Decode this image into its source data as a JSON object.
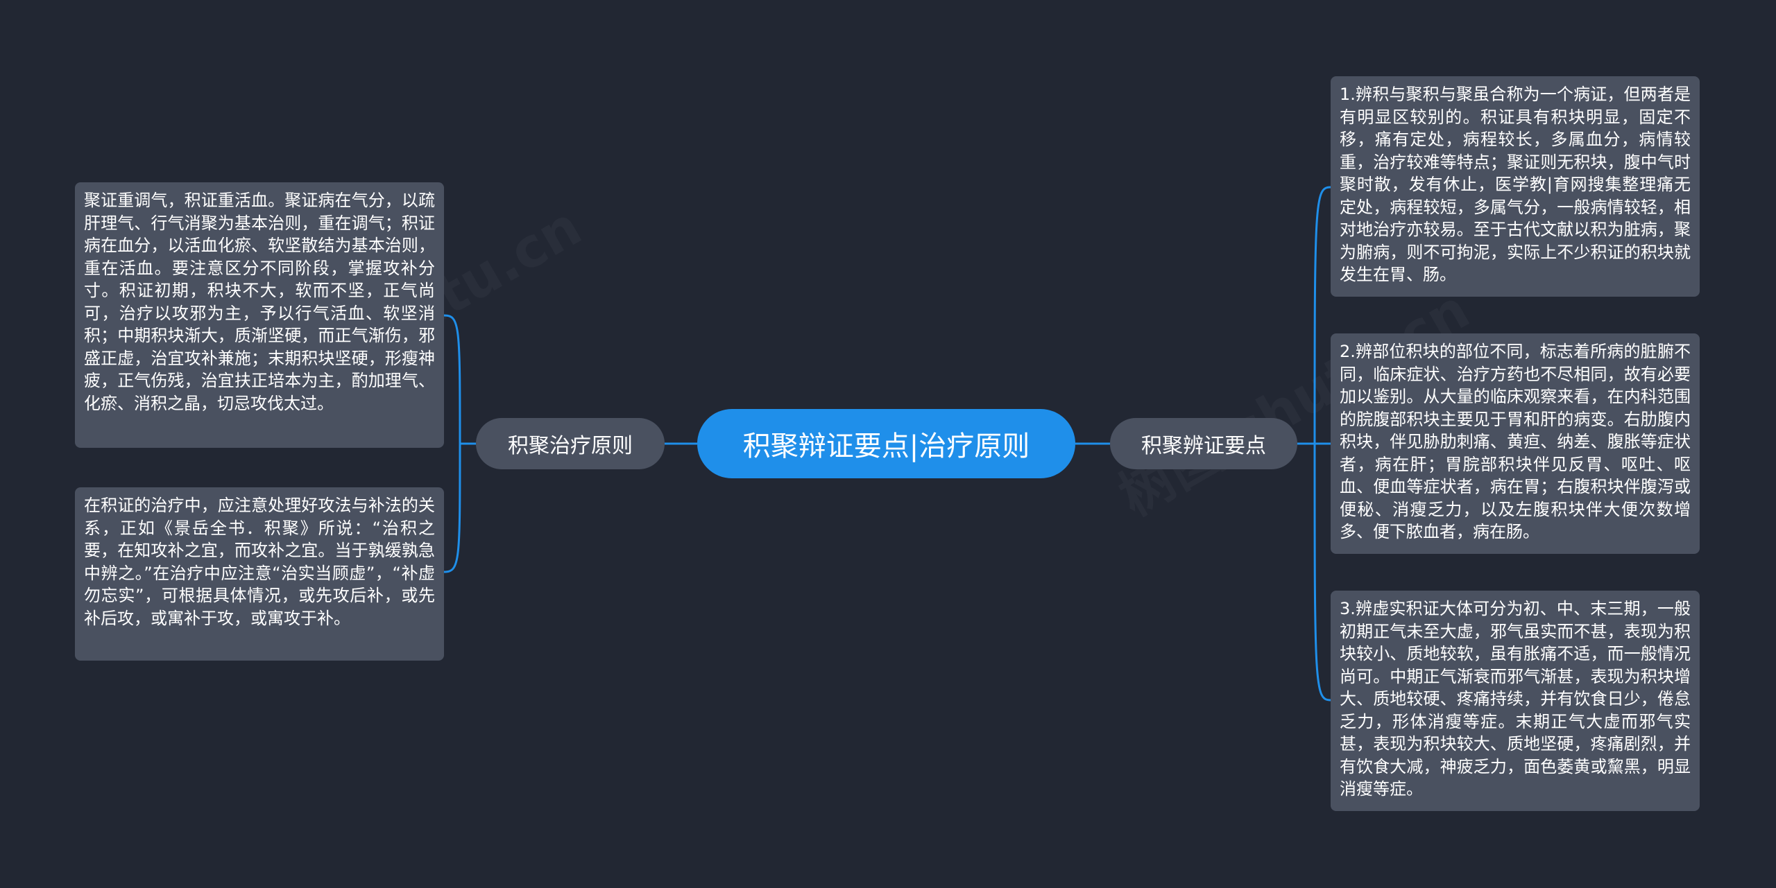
{
  "mindmap": {
    "root": {
      "label": "积聚辩证要点|治疗原则"
    },
    "left_branch": {
      "label": "积聚治疗原则",
      "leaves": [
        "聚证重调气，积证重活血。聚证病在气分，以疏肝理气、行气消聚为基本治则，重在调气；积证病在血分，以活血化瘀、软坚散结为基本治则，重在活血。要注意区分不同阶段，掌握攻补分寸。积证初期，积块不大，软而不坚，正气尚可，治疗以攻邪为主，予以行气活血、软坚消积；中期积块渐大，质渐坚硬，而正气渐伤，邪盛正虚，治宜攻补兼施；末期积块坚硬，形瘦神疲，正气伤残，治宜扶正培本为主，酌加理气、化瘀、消积之晶，切忌攻伐太过。",
        "在积证的治疗中，应注意处理好攻法与补法的关系，正如《景岳全书．积聚》所说：“治积之要，在知攻补之宜，而攻补之宜。当于孰缓孰急中辨之。”在治疗中应注意“治实当顾虚”，“补虚勿忘实”，可根据具体情况，或先攻后补，或先补后攻，或寓补于攻，或寓攻于补。"
      ]
    },
    "right_branch": {
      "label": "积聚辨证要点",
      "leaves": [
        "1.辨积与聚积与聚虽合称为一个病证，但两者是有明显区较别的。积证具有积块明显，固定不移，痛有定处，病程较长，多属血分，病情较重，治疗较难等特点；聚证则无积块，腹中气时聚时散，发有休止，医学教|育网搜集整理痛无定处，病程较短，多属气分，一般病情较轻，相对地治疗亦较易。至于古代文献以积为脏病，聚为腑病，则不可拘泥，实际上不少积证的积块就发生在胃、肠。",
        "2.辨部位积块的部位不同，标志着所病的脏腑不同，临床症状、治疗方药也不尽相同，故有必要加以鉴别。从大量的临床观察来看，在内科范围的脘腹部积块主要见于胃和肝的病变。右肋腹内积块，伴见胁肋刺痛、黄疸、纳差、腹胀等症状者，病在肝；胃脘部积块伴见反胃、呕吐、呕血、便血等症状者，病在胃；右腹积块伴腹泻或便秘、消瘦乏力，以及左腹积块伴大便次数增多、便下脓血者，病在肠。",
        "3.辨虚实积证大体可分为初、中、末三期，一般初期正气未至大虚，邪气虽实而不甚，表现为积块较小、质地较软，虽有胀痛不适，而一般情况尚可。中期正气渐衰而邪气渐甚，表现为积块增大、质地较硬、疼痛持续，并有饮食日少，倦怠乏力，形体消瘦等症。末期正气大虚而邪气实甚，表现为积块较大、质地坚硬，疼痛剧烈，并有饮食大减，神疲乏力，面色萎黄或黧黑，明显消瘦等症。"
      ]
    },
    "colors": {
      "background": "#222733",
      "root": "#1f8fea",
      "node": "#4a5160",
      "connector": "#1f8fea",
      "text": "#ffffff"
    }
  }
}
